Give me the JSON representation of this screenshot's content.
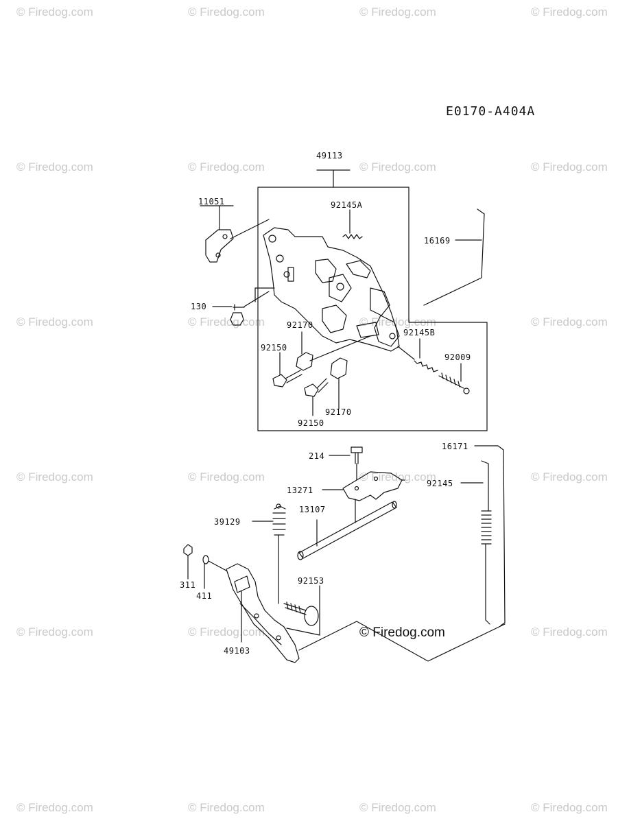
{
  "diagram": {
    "code": "E0170-A404A",
    "watermark": "© Firedog.com",
    "center_watermark": "© Firedog.com",
    "labels": {
      "p49113": "49113",
      "p11051": "11051",
      "p92145A": "92145A",
      "p16169": "16169",
      "p130": "130",
      "p92170a": "92170",
      "p92145B": "92145B",
      "p92150a": "92150",
      "p92009": "92009",
      "p92170b": "92170",
      "p92150b": "92150",
      "p214": "214",
      "p16171": "16171",
      "p13271": "13271",
      "p92145": "92145",
      "p13107": "13107",
      "p39129": "39129",
      "p92153": "92153",
      "p311": "311",
      "p411": "411",
      "p49103": "49103"
    }
  }
}
